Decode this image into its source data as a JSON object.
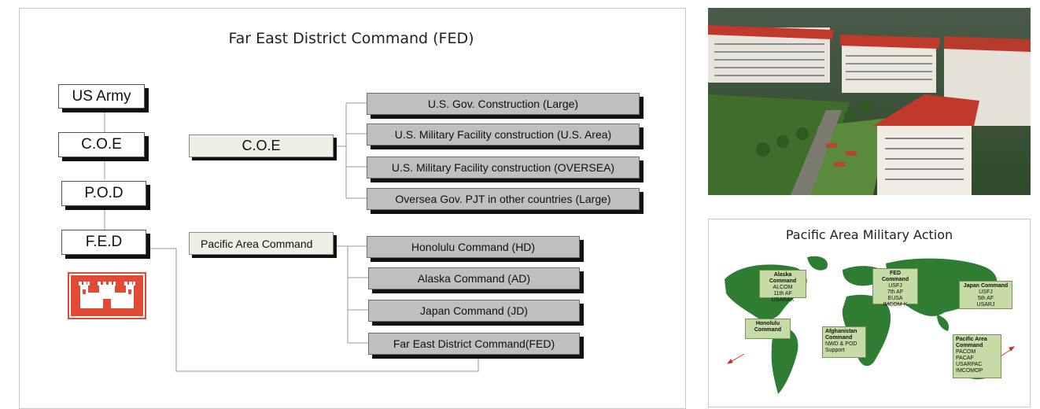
{
  "org_chart": {
    "title": "Far East District Command (FED)",
    "hierarchy": [
      "US Army",
      "C.O.E",
      "P.O.D",
      "F.E.D"
    ],
    "coe_group": {
      "label": "C.O.E",
      "items": [
        "U.S. Gov. Construction (Large)",
        "U.S.  Military Facility construction (U.S. Area)",
        "U.S.  Military Facility construction (OVERSEA)",
        "Oversea Gov. PJT in other countries (Large)"
      ]
    },
    "pacific_group": {
      "label": "Pacific Area Command",
      "items": [
        "Honolulu Command (HD)",
        "Alaska Command (AD)",
        "Japan Command (JD)",
        "Far East District Command(FED)"
      ]
    },
    "logo_color": "#e04a36"
  },
  "map": {
    "title": "Pacific Area Military Action",
    "land_color": "#2e7d32",
    "note_color": "#c7dba6",
    "callouts": {
      "alaska": {
        "heading": "Alaska Command",
        "body": "ALCOM\n11th AF\nUSARAK"
      },
      "fed": {
        "heading": "FED Command",
        "body": "USFJ\n7th AF\nEUSA\nIMCOM-K"
      },
      "japan": {
        "heading": "Japan Command",
        "body": "USFJ\n5th AF\nUSARJ"
      },
      "honolulu": {
        "heading": "Honolulu\nCommand",
        "body": ""
      },
      "afghanistan": {
        "heading": "Afghanistan\nCommand",
        "body": "NWD & POD\nSupport"
      },
      "pacific": {
        "heading": "Pacific Area\nCommand",
        "body": "PACOM\nPACAF\nUSARPAC\nIMCOMOP"
      }
    }
  }
}
